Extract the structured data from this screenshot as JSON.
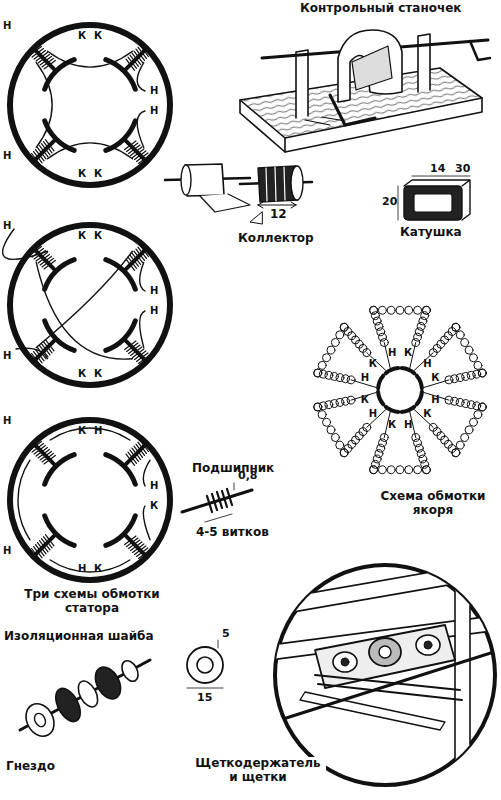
{
  "diagram": {
    "labels": [
      "Контрольный станочек",
      "Коллектор",
      "12",
      "Катушка",
      "14",
      "30",
      "20",
      "Схема обмотки якоря",
      "Подшипник",
      "0,8",
      "4-5 витков",
      "Три схемы обмотки статора",
      "Изоляционная шайба",
      "5",
      "15",
      "Гнездо",
      "Щеткодержатель и щетки",
      "Н",
      "Н",
      "К",
      "К",
      "Н",
      "Н",
      "К",
      "К",
      "Н",
      "Н",
      "К",
      "К",
      "Н",
      "Н",
      "К",
      "К",
      "Н",
      "Н",
      "К",
      "Н",
      "Н",
      "К",
      "Н",
      "К",
      "Н",
      "К",
      "Н",
      "К",
      "Н",
      "К",
      "Н",
      "К",
      "Н",
      "К",
      "Н",
      "К"
    ]
  }
}
